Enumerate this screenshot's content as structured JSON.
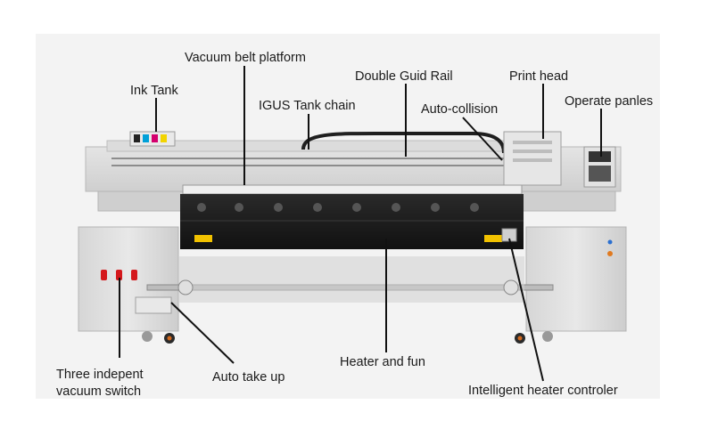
{
  "labels": {
    "vacuum_belt_platform": "Vacuum belt platform",
    "ink_tank": "Ink Tank",
    "double_guid_rail": "Double Guid Rail",
    "print_head": "Print head",
    "igus_tank_chain": "IGUS Tank chain",
    "auto_collision": "Auto-collision",
    "operate_panles": "Operate panles",
    "three_indepent_line1": "Three indepent",
    "three_indepent_line2": "vacuum switch",
    "auto_take_up": "Auto take up",
    "heater_and_fun": "Heater and fun",
    "intelligent_heater_controler": "Intelligent heater controler"
  },
  "colors": {
    "background": "#ffffff",
    "body_grey": "#d9d9d9",
    "panel_dark": "#1c1c1c",
    "label_text": "#1a1a1a",
    "switch_red": "#d4181c",
    "warning_yellow": "#f2c200"
  }
}
